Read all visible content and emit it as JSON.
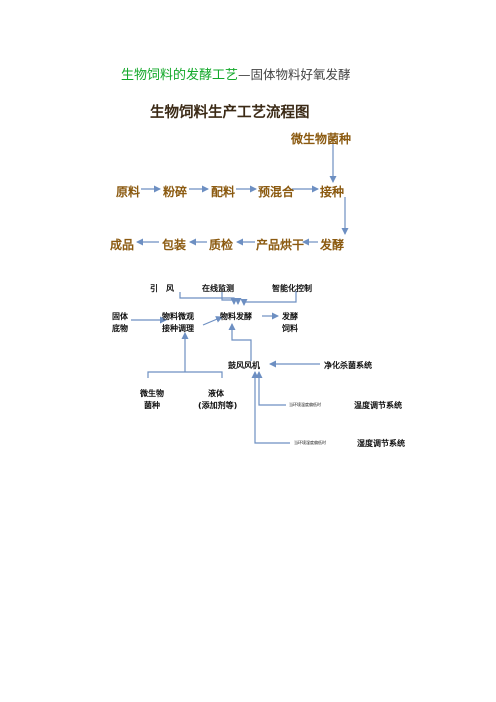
{
  "doc": {
    "title_green": "生物饲料的发酵工艺",
    "title_rest": "—固体物料好氧发酵",
    "subtitle": "生物饲料生产工艺流程图"
  },
  "flow_main": {
    "microbe": "微生物菌种",
    "raw": "原料",
    "crush": "粉碎",
    "batch": "配料",
    "premix": "预混合",
    "inoculate": "接种",
    "ferment": "发酵",
    "dry": "产品烘干",
    "qc": "质检",
    "pack": "包装",
    "product": "成品"
  },
  "flow_detail": {
    "draft": "引　风",
    "monitor": "在线监测",
    "smart": "智能化控制",
    "solid": "固体",
    "substrate": "底物",
    "micro_cond": "物料微观",
    "mix_adjust": "接种调理",
    "mat_ferment": "物料发酵",
    "ferment_feed_1": "发酵",
    "ferment_feed_2": "饲料",
    "blower": "鼓风风机",
    "sterilize": "净化杀菌系统",
    "microbe_1": "微生物",
    "microbe_2": "菌种",
    "liquid_1": "液体",
    "liquid_2": "(添加剂等)",
    "temp_note": "当环境温度偏低时",
    "temp_sys": "温度调节系统",
    "humid_note": "当环境湿度偏低时",
    "humid_sys": "湿度调节系统"
  },
  "colors": {
    "arrow": "#6d8fc2",
    "title_green": "#12a829",
    "brown": "#8b5a10"
  }
}
